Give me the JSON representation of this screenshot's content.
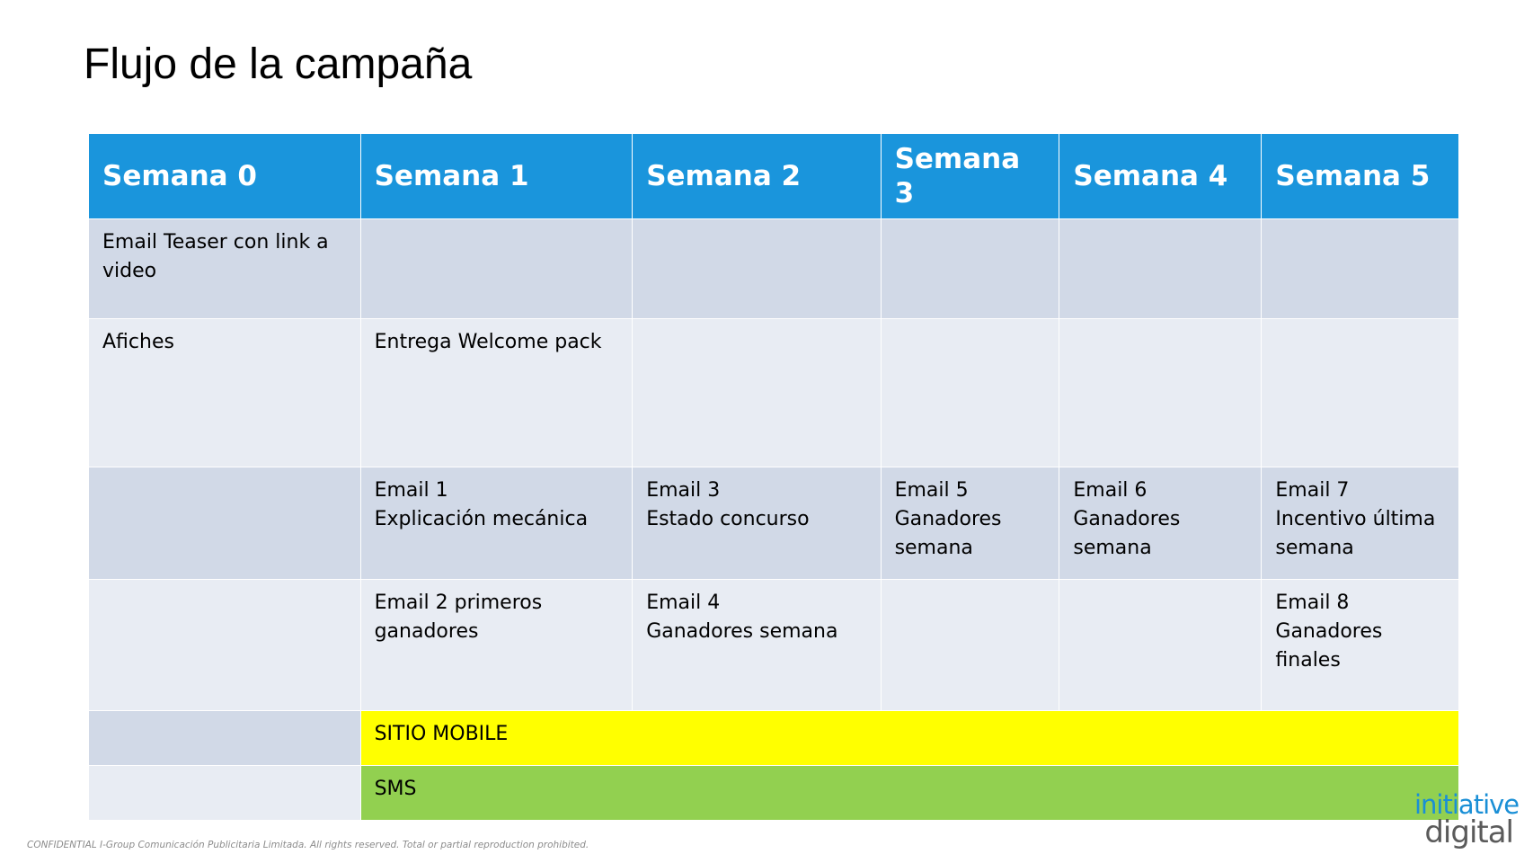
{
  "slide": {
    "title": "Flujo de la campaña"
  },
  "table": {
    "headers": [
      "Semana 0",
      "Semana 1",
      "Semana 2",
      "Semana 3",
      "Semana 4",
      "Semana 5"
    ],
    "rows": [
      [
        "Email Teaser con link a video",
        "",
        "",
        "",
        "",
        ""
      ],
      [
        "Afiches",
        "Entrega Welcome pack",
        "",
        "",
        "",
        ""
      ],
      [
        "",
        "Email 1\nExplicación mecánica",
        "Email 3\nEstado concurso",
        "Email 5\nGanadores semana",
        "Email 6\nGanadores semana",
        "Email 7\nIncentivo última semana"
      ],
      [
        "",
        "Email 2 primeros ganadores",
        "Email 4\nGanadores semana",
        "",
        "",
        "Email 8\nGanadores finales"
      ]
    ],
    "bands": {
      "mobile": "SITIO MOBILE",
      "sms": "SMS"
    }
  },
  "colors": {
    "header": "#1a95dc",
    "row_dark": "#d1d9e7",
    "row_light": "#e8ecf3",
    "mobile_band": "#ffff00",
    "sms_band": "#92d050"
  },
  "footer": {
    "text": "CONFIDENTIAL I-Group Comunicación Publicitaria Limitada. All rights reserved. Total or partial reproduction prohibited."
  },
  "logo": {
    "line1": "initiative",
    "line2": "digital"
  }
}
